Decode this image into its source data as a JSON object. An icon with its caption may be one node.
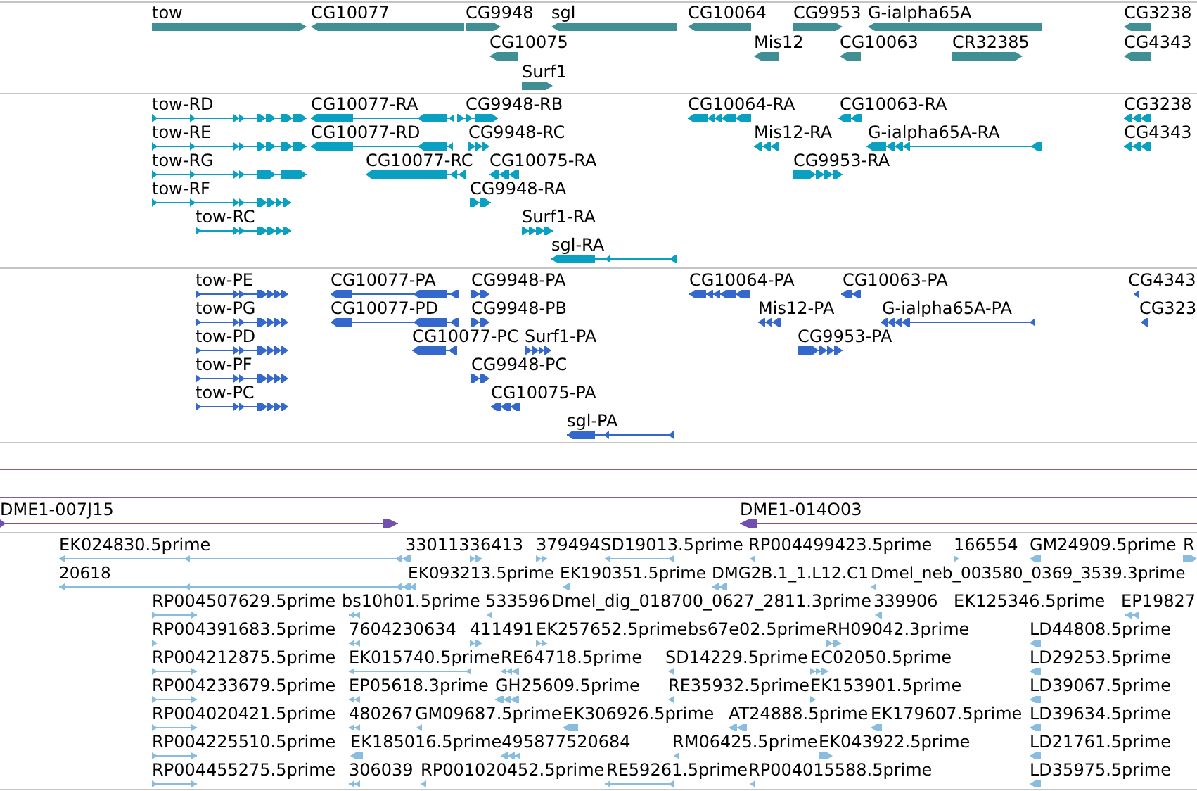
{
  "diagram": {
    "labels": [
      "tow",
      "CG10077",
      "CG9948",
      "sgl",
      "CG10064",
      "CG9953",
      "G-ialpha65A",
      "CG3238",
      "CG10075",
      "Mis12",
      "CG10063",
      "CR32385",
      "CG4343",
      "Surf1",
      "tow-RD",
      "CG10077-RA",
      "CG9948-RB",
      "CG10064-RA",
      "CG10063-RA",
      "CG3238",
      "tow-RE",
      "CG10077-RD",
      "CG9948-RC",
      "Mis12-RA",
      "G-ialpha65A-RA",
      "CG4343",
      "tow-RG",
      "CG10077-RC",
      "CG10075-RA",
      "CG9953-RA",
      "tow-RF",
      "CG9948-RA",
      "tow-RC",
      "Surf1-RA",
      "sgl-RA",
      "tow-PE",
      "CG10077-PA",
      "CG9948-PA",
      "CG10064-PA",
      "CG10063-PA",
      "CG4343",
      "tow-PG",
      "CG10077-PD",
      "CG9948-PB",
      "Mis12-PA",
      "G-ialpha65A-PA",
      "CG323",
      "tow-PD",
      "CG10077-PC",
      "Surf1-PA",
      "CG9953-PA",
      "tow-PF",
      "CG9948-PC",
      "tow-PC",
      "CG10075-PA",
      "sgl-PA",
      "DME1-007J15",
      "DME1-014O03",
      "EK024830.5prime",
      "33011336413",
      "379494",
      "SD19013.5prime",
      "RP004499423.5prime",
      "166554",
      "GM24909.5prime",
      "R",
      "20618",
      "EK093213.5prime",
      "EK190351.5prime",
      "DMG2B.1_1.L12.C1",
      "Dmel_neb_003580_0369_3539.3prime",
      "RP004507629.5prime",
      "bs10h01.5prime",
      "533596",
      "Dmel_dig_018700_0627_2811.3prime",
      "339906",
      "EK125346.5prime",
      "EP19827",
      "RP004391683.5prime",
      "7604230634",
      "411491",
      "EK257652.5prime",
      "bs67e02.5prime",
      "RH09042.3prime",
      "LD44808.5prime",
      "RP004212875.5prime",
      "EK015740.5prime",
      "RE64718.5prime",
      "SD14229.5prime",
      "EC02050.5prime",
      "LD29253.5prime",
      "RP004233679.5prime",
      "EP05618.3prime",
      "GH25609.5prime",
      "RE35932.5prime",
      "EK153901.5prime",
      "LD39067.5prime",
      "RP004020421.5prime",
      "480267",
      "GM09687.5prime",
      "EK306926.5prime",
      "AT24888.5prime",
      "EK179607.5prime",
      "LD39634.5prime",
      "RP004225510.5prime",
      "EK185016.5prime",
      "495877520684",
      "RM06425.5prime",
      "EK043922.5prime",
      "LD21761.5prime",
      "RP004455275.5prime",
      "306039",
      "RP001020452.5prime",
      "RE59261.5prime",
      "RP004015588.5prime",
      "LD35975.5prime"
    ]
  }
}
